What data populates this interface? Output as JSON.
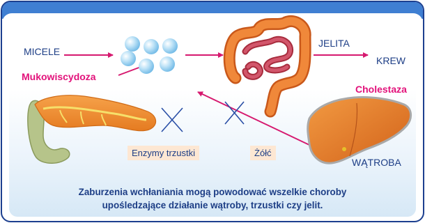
{
  "labels": {
    "micelle": "MICELE",
    "jelita": "JELITA",
    "krew": "KREW",
    "mukowiscydoza": "Mukowiscydoza",
    "cholestaza": "Cholestaza",
    "enzymy": "Enzymy trzustki",
    "zolc": "Żółć",
    "watroba": "WĄTROBA"
  },
  "caption": {
    "line1": "Zaburzenia wchłaniania mogą powodować wszelkie choroby",
    "line2": "upośledzające działanie wątroby, trzustki czy jelit."
  },
  "colors": {
    "arrow": "#d6196f",
    "cross": "#2a4fa6",
    "text": "#1d3e86",
    "accent": "#e2117a",
    "frame": "#1c3f8f"
  }
}
